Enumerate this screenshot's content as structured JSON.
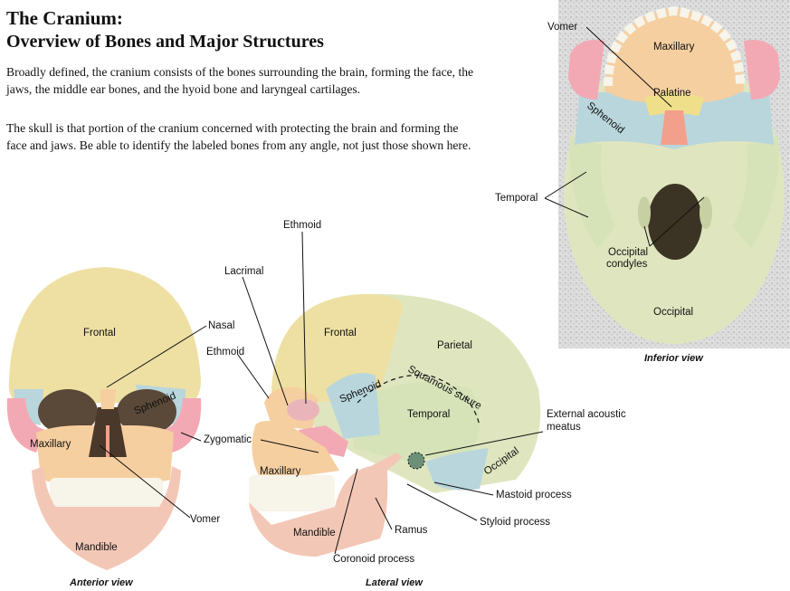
{
  "heading": {
    "title": "The Cranium:",
    "subtitle": "Overview of Bones and Major Structures"
  },
  "paragraphs": [
    "Broadly defined, the cranium consists of the bones surrounding the brain, forming the face, the jaws, the middle ear bones, and the hyoid bone and laryngeal cartilages.",
    "The skull is that portion of the cranium concerned with protecting the brain and forming the face and jaws. Be able to identify the labeled bones from any angle, not just those shown here."
  ],
  "colors": {
    "frontal": "#eee0a3",
    "sphenoid": "#b9d6dc",
    "zygomatic": "#f3a9b4",
    "maxillary": "#f6cfa0",
    "mandible": "#f3c7b6",
    "temporal": "#d6e3b8",
    "occipital": "#dfe6bf",
    "ethmoid": "#e9b5bb",
    "palatine": "#f0df8a",
    "vomer": "#f2a08c",
    "teeth": "#f7f4ea",
    "background_texture": "#c9c9c9"
  },
  "anterior": {
    "caption": "Anterior view",
    "labels": {
      "frontal": "Frontal",
      "nasal": "Nasal",
      "ethmoid": "Ethmoid",
      "sphenoid": "Sphenoid",
      "zygomatic": "Zygomatic",
      "maxillary": "Maxillary",
      "vomer": "Vomer",
      "mandible": "Mandible"
    }
  },
  "lateral": {
    "caption": "Lateral view",
    "labels": {
      "ethmoid": "Ethmoid",
      "lacrimal": "Lacrimal",
      "frontal": "Frontal",
      "parietal": "Parietal",
      "sphenoid": "Sphenoid",
      "squamous_suture": "Squamous suture",
      "temporal": "Temporal",
      "external_acoustic_line1": "External acoustic",
      "external_acoustic_line2": "meatus",
      "occipital": "Occipital",
      "maxillary": "Maxillary",
      "mandible": "Mandible",
      "ramus": "Ramus",
      "mastoid_process": "Mastoid process",
      "styloid_process": "Styloid process",
      "coronoid_process": "Coronoid process"
    }
  },
  "inferior": {
    "caption": "Inferior view",
    "labels": {
      "vomer": "Vomer",
      "maxillary": "Maxillary",
      "palatine": "Palatine",
      "sphenoid": "Sphenoid",
      "temporal": "Temporal",
      "occipital_condyles_line1": "Occipital",
      "occipital_condyles_line2": "condyles",
      "occipital": "Occipital"
    }
  }
}
